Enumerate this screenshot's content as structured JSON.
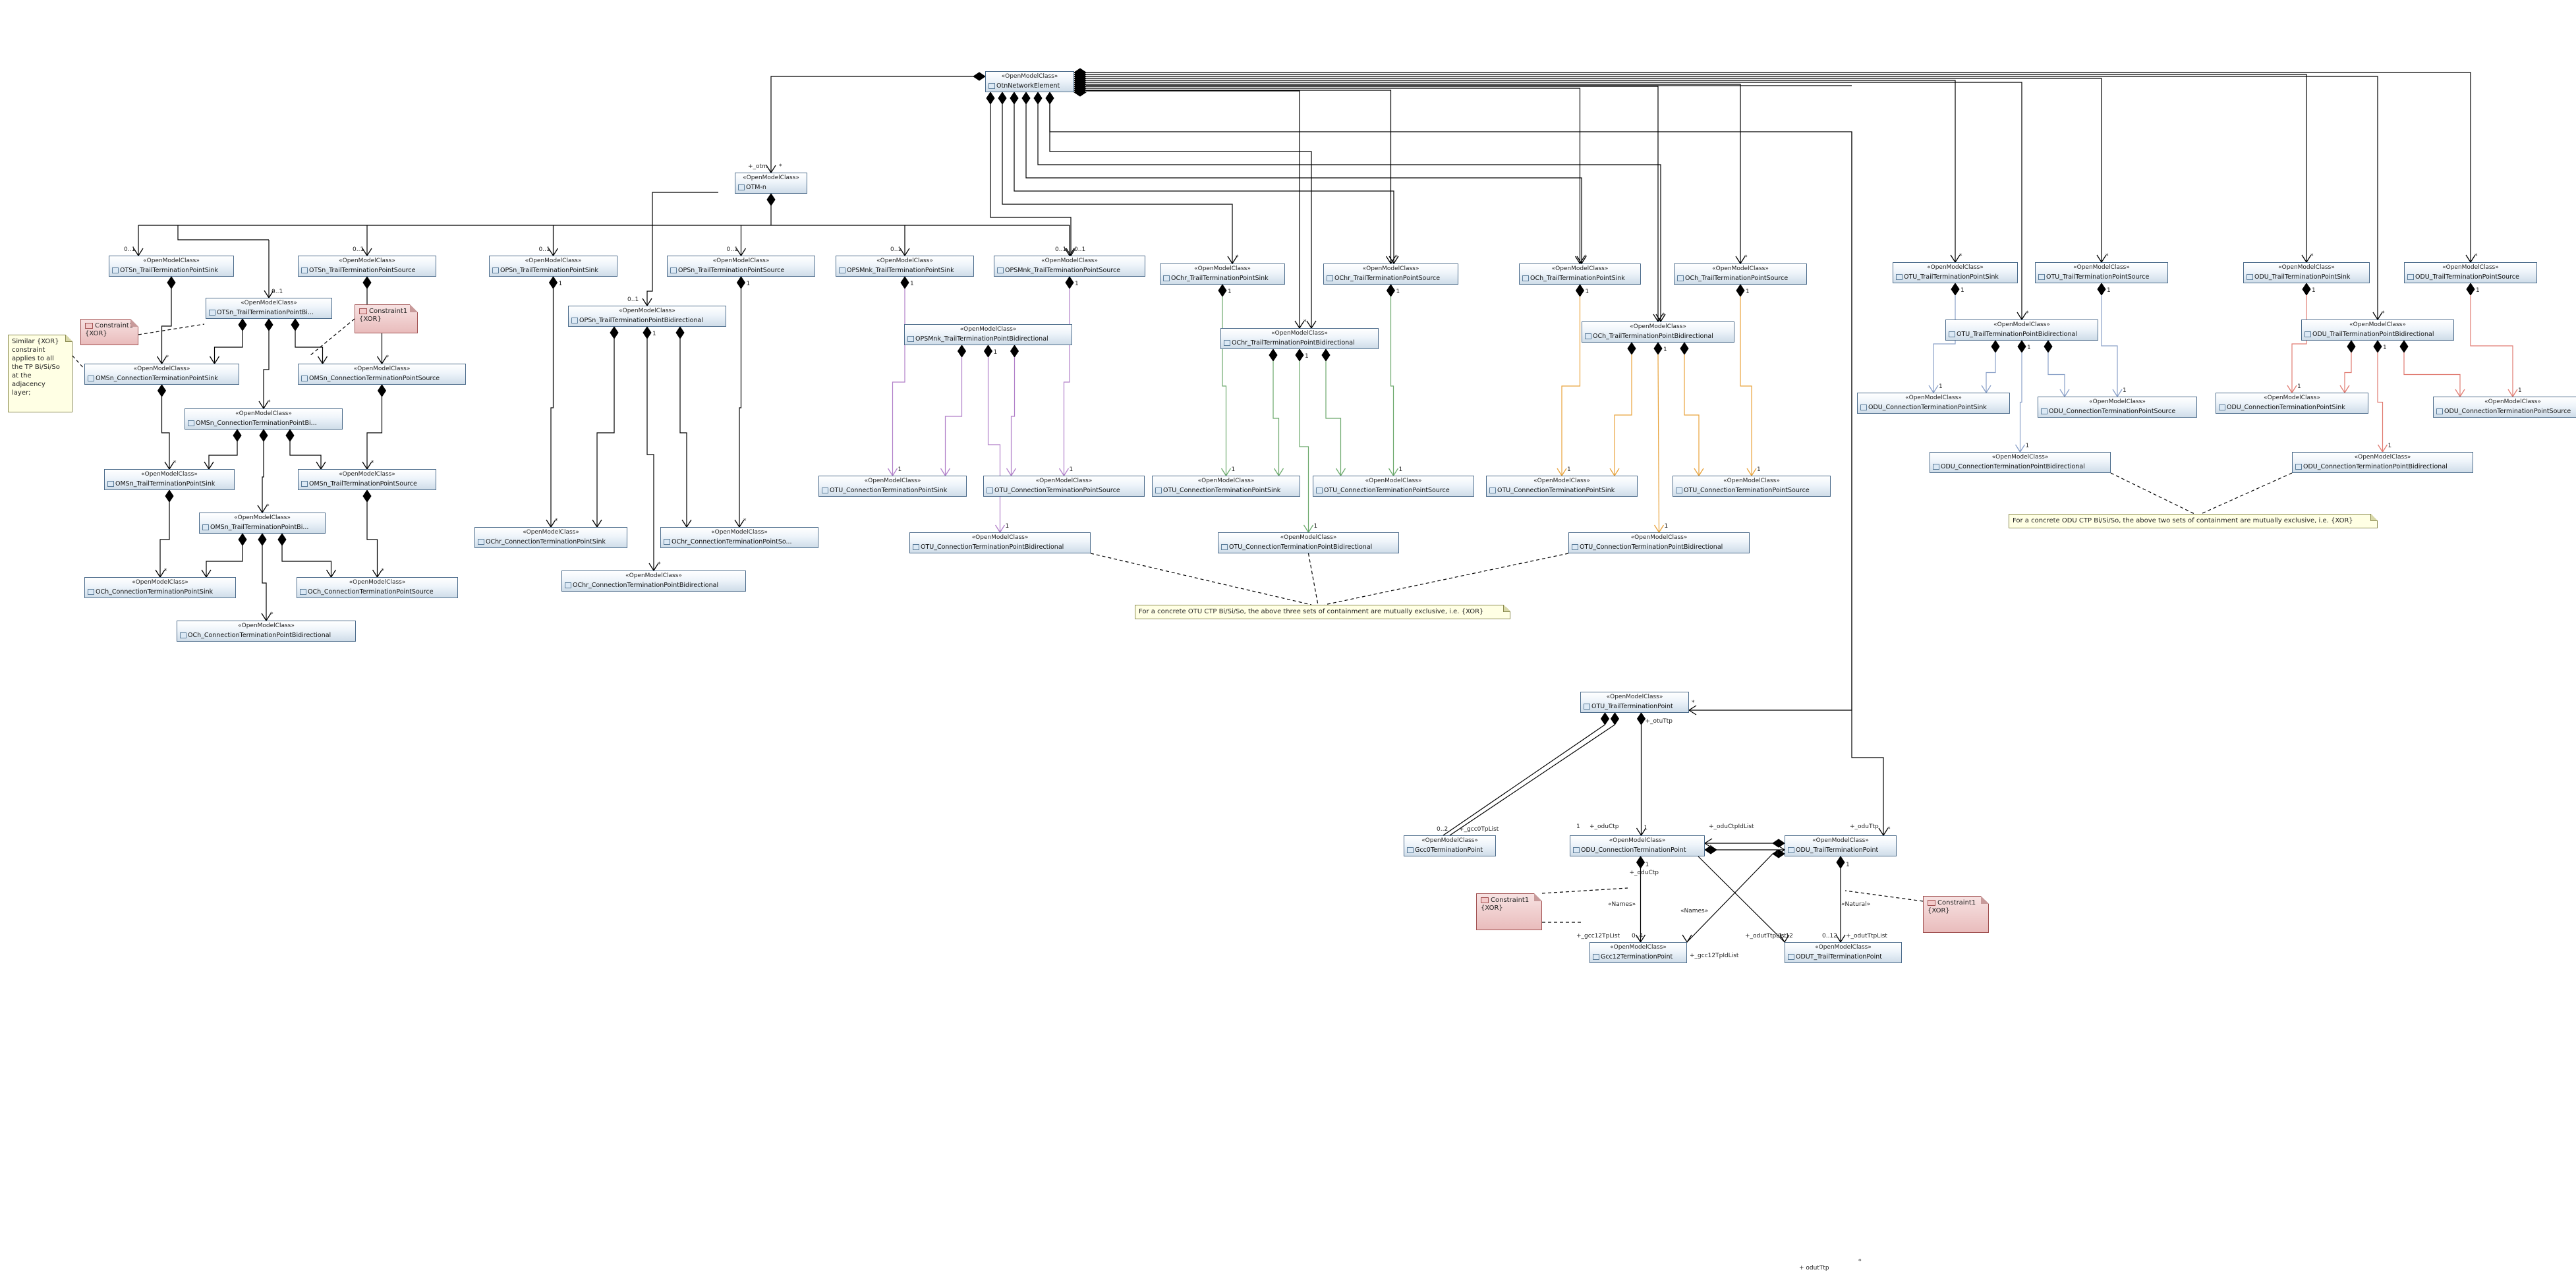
{
  "stereotype": "«OpenModelClass»",
  "classes": [
    {
      "id": "one",
      "name": "OtnNetworkElement"
    },
    {
      "id": "otm",
      "name": "OTM-n"
    },
    {
      "id": "otsk",
      "name": "OTSn_TrailTerminationPointSink"
    },
    {
      "id": "otss",
      "name": "OTSn_TrailTerminationPointSource"
    },
    {
      "id": "otsb",
      "name": "OTSn_TrailTerminationPointBi..."
    },
    {
      "id": "omsk",
      "name": "OMSn_ConnectionTerminationPointSink"
    },
    {
      "id": "omss",
      "name": "OMSn_ConnectionTerminationPointSource"
    },
    {
      "id": "omcb",
      "name": "OMSn_ConnectionTerminationPointBi..."
    },
    {
      "id": "omtk",
      "name": "OMSn_TrailTerminationPointSink"
    },
    {
      "id": "omts",
      "name": "OMSn_TrailTerminationPointSource"
    },
    {
      "id": "omtb",
      "name": "OMSn_TrailTerminationPointBi..."
    },
    {
      "id": "occk",
      "name": "OCh_ConnectionTerminationPointSink"
    },
    {
      "id": "occs",
      "name": "OCh_ConnectionTerminationPointSource"
    },
    {
      "id": "occb",
      "name": "OCh_ConnectionTerminationPointBidirectional"
    },
    {
      "id": "opsk",
      "name": "OPSn_TrailTerminationPointSink"
    },
    {
      "id": "opss",
      "name": "OPSn_TrailTerminationPointSource"
    },
    {
      "id": "opsb",
      "name": "OPSn_TrailTerminationPointBidirectional"
    },
    {
      "id": "ocrk1",
      "name": "OChr_ConnectionTerminationPointSink"
    },
    {
      "id": "ocrs1",
      "name": "OChr_ConnectionTerminationPointSo..."
    },
    {
      "id": "ocrb1",
      "name": "OChr_ConnectionTerminationPointBidirectional"
    },
    {
      "id": "pmk",
      "name": "OPSMnk_TrailTerminationPointSink"
    },
    {
      "id": "pms",
      "name": "OPSMnk_TrailTerminationPointSource"
    },
    {
      "id": "pmb",
      "name": "OPSMnk_TrailTerminationPointBidirectional"
    },
    {
      "id": "ou1k",
      "name": "OTU_ConnectionTerminationPointSink"
    },
    {
      "id": "ou1s",
      "name": "OTU_ConnectionTerminationPointSource"
    },
    {
      "id": "ou1b",
      "name": "OTU_ConnectionTerminationPointBidirectional"
    },
    {
      "id": "crk",
      "name": "OChr_TrailTerminationPointSink"
    },
    {
      "id": "crs",
      "name": "OChr_TrailTerminationPointSource"
    },
    {
      "id": "crb",
      "name": "OChr_TrailTerminationPointBidirectional"
    },
    {
      "id": "ou2k",
      "name": "OTU_ConnectionTerminationPointSink"
    },
    {
      "id": "ou2s",
      "name": "OTU_ConnectionTerminationPointSource"
    },
    {
      "id": "ou2b",
      "name": "OTU_ConnectionTerminationPointBidirectional"
    },
    {
      "id": "chk",
      "name": "OCh_TrailTerminationPointSink"
    },
    {
      "id": "chs",
      "name": "OCh_TrailTerminationPointSource"
    },
    {
      "id": "chb",
      "name": "OCh_TrailTerminationPointBidirectional"
    },
    {
      "id": "ou3k",
      "name": "OTU_ConnectionTerminationPointSink"
    },
    {
      "id": "ou3s",
      "name": "OTU_ConnectionTerminationPointSource"
    },
    {
      "id": "ou3b",
      "name": "OTU_ConnectionTerminationPointBidirectional"
    },
    {
      "id": "otuk",
      "name": "OTU_TrailTerminationPointSink"
    },
    {
      "id": "otus",
      "name": "OTU_TrailTerminationPointSource"
    },
    {
      "id": "otub",
      "name": "OTU_TrailTerminationPointBidirectional"
    },
    {
      "id": "od1k",
      "name": "ODU_ConnectionTerminationPointSink"
    },
    {
      "id": "od1s",
      "name": "ODU_ConnectionTerminationPointSource"
    },
    {
      "id": "od1b",
      "name": "ODU_ConnectionTerminationPointBidirectional"
    },
    {
      "id": "odtk",
      "name": "ODU_TrailTerminationPointSink"
    },
    {
      "id": "odts",
      "name": "ODU_TrailTerminationPointSource"
    },
    {
      "id": "odtb",
      "name": "ODU_TrailTerminationPointBidirectional"
    },
    {
      "id": "od2k",
      "name": "ODU_ConnectionTerminationPointSink"
    },
    {
      "id": "od2s",
      "name": "ODU_ConnectionTerminationPointSource"
    },
    {
      "id": "od2b",
      "name": "ODU_ConnectionTerminationPointBidirectional"
    },
    {
      "id": "otut",
      "name": "OTU_TrailTerminationPoint"
    },
    {
      "id": "gcc0",
      "name": "Gcc0TerminationPoint"
    },
    {
      "id": "oductp",
      "name": "ODU_ConnectionTerminationPoint"
    },
    {
      "id": "odut",
      "name": "ODU_TrailTerminationPoint"
    },
    {
      "id": "gcc12",
      "name": "Gcc12TerminationPoint"
    },
    {
      "id": "odut2",
      "name": "ODUT_TrailTerminationPoint"
    }
  ],
  "notes": [
    {
      "id": "similar",
      "lines": [
        "Similar {XOR}",
        "constraint",
        "applies to all",
        "the TP Bi/Si/So",
        "at the",
        "adjacency",
        "layer;"
      ]
    },
    {
      "id": "otu_xor",
      "text": "For a concrete OTU CTP Bi/Si/So, the above three sets of containment are mutually exclusive, i.e. {XOR}"
    },
    {
      "id": "odu_xor",
      "text": "For a concrete ODU CTP Bi/Si/So, the above two sets of containment are mutually exclusive, i.e. {XOR}"
    }
  ],
  "constraints": [
    {
      "id": "c1",
      "title": "Constraint1",
      "body": "{XOR}"
    },
    {
      "id": "c2",
      "title": "Constraint1",
      "body": "{XOR}"
    },
    {
      "id": "c3",
      "title": "Constraint1",
      "body": "{XOR}"
    },
    {
      "id": "c4",
      "title": "Constraint1",
      "body": "{XOR}"
    }
  ],
  "labels": {
    "otm_role": "+_otm",
    "star": "*",
    "zero_one": "0..1",
    "one": "1",
    "otu_ttp_role": "+_otuTtp",
    "gcc0_role": "+_gcc0TpList",
    "gcc0_mult": "0..2",
    "odu_ctp_role": "+_oduCtp",
    "odu_ctp_list": "+_oduCtpIdList",
    "odu_ttp_role": "+_oduTtp",
    "names1": "«Names»",
    "names2": "«Names»",
    "natural": "«Natural»",
    "gcc12_role": "+_gcc12TpList",
    "gcc12_role2": "+_gcc12TpIdList",
    "gcc12_mult": "0..4",
    "odut_role": "+_odutTtpList",
    "odut_mult": "0..12",
    "odut_role2": "+_odutTtpList",
    "odut_mult2": "0..12",
    "bottom_role": "+ odutTtp"
  }
}
